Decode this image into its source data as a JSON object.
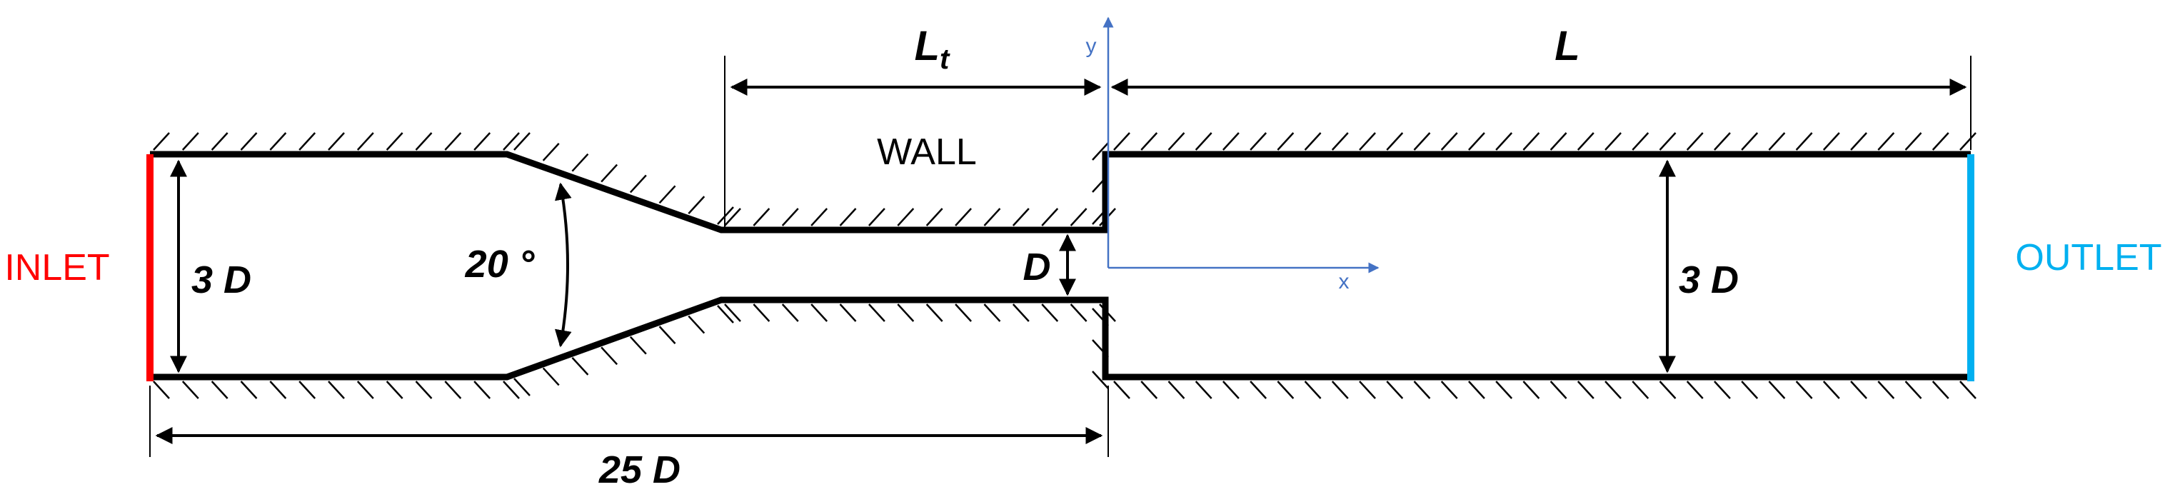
{
  "labels": {
    "inlet": "INLET",
    "outlet": "OUTLET",
    "wall": "WALL",
    "inlet_height": "3 D",
    "outlet_height": "3 D",
    "angle": "20 °",
    "throat": "D",
    "total_length": "25 D",
    "throat_length_main": "L",
    "throat_length_sub": "t",
    "downstream_length": "L",
    "axis_x": "x",
    "axis_y": "y"
  },
  "colors": {
    "inlet": "#ff0000",
    "outlet": "#00b0f0",
    "wall": "#000000",
    "axis": "#4472c4"
  }
}
